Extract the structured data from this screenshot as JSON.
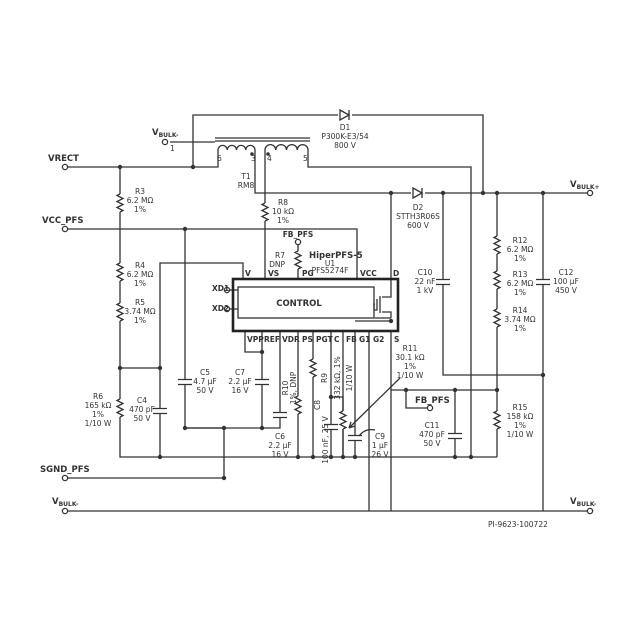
{
  "nets": {
    "vrect": "VRECT",
    "vcc_pfs": "VCC_PFS",
    "sgnd_pfs": "SGND_PFS",
    "fb_pfs_top": "FB_PFS",
    "fb_pfs_right": "FB_PFS",
    "vbulk_top": {
      "main": "V",
      "sub": "BULK-"
    },
    "vbulk_left": {
      "main": "V",
      "sub": "BULK-"
    },
    "vbulk_right_bottom": {
      "main": "V",
      "sub": "BULK-"
    },
    "vbulk_plus": {
      "main": "V",
      "sub": "BULK+"
    }
  },
  "transformer": {
    "pins": [
      "1",
      "6",
      "3",
      "4",
      "5"
    ],
    "label": [
      "T1",
      "RM8"
    ]
  },
  "chip": {
    "name": "HiperPFS-5",
    "ref": "U1",
    "part": "PFS5274F",
    "block": "CONTROL",
    "xd1": "XD1",
    "xd2": "XD2",
    "top_pins": [
      "V",
      "VS",
      "PG",
      "VCC",
      "D"
    ],
    "bottom_pins": [
      "VPP",
      "REF",
      "VDR",
      "PS",
      "PGT",
      "C",
      "FB",
      "G1",
      "G2",
      "S"
    ]
  },
  "components": {
    "D1": [
      "D1",
      "P300K-E3/54",
      "800 V"
    ],
    "D2": [
      "D2",
      "STTH3R06S",
      "600 V"
    ],
    "R3": [
      "R3",
      "6.2 MΩ",
      "1%"
    ],
    "R4": [
      "R4",
      "6.2 MΩ",
      "1%"
    ],
    "R5": [
      "R5",
      "3.74 MΩ",
      "1%"
    ],
    "R6": [
      "R6",
      "165 kΩ",
      "1%",
      "1/10 W"
    ],
    "R7": [
      "R7",
      "DNP"
    ],
    "R8": [
      "R8",
      "10 kΩ",
      "1%"
    ],
    "R9": [
      "R9",
      "332 kΩ, 1%",
      "1/10 W"
    ],
    "R10": [
      "R10",
      "1%, DNP"
    ],
    "R11": [
      "R11",
      "30.1 kΩ",
      "1%",
      "1/10 W"
    ],
    "R12": [
      "R12",
      "6.2 MΩ",
      "1%"
    ],
    "R13": [
      "R13",
      "6.2 MΩ",
      "1%"
    ],
    "R14": [
      "R14",
      "3.74 MΩ",
      "1%"
    ],
    "R15": [
      "R15",
      "158 kΩ",
      "1%",
      "1/10 W"
    ],
    "C4": [
      "C4",
      "470 pF",
      "50 V"
    ],
    "C5": [
      "C5",
      "4.7 µF",
      "50 V"
    ],
    "C6": [
      "C6",
      "2.2 µF",
      "16 V"
    ],
    "C7": [
      "C7",
      "2.2 µF",
      "16 V"
    ],
    "C8": [
      "C8",
      "100 nF, 25 V"
    ],
    "C9": [
      "C9",
      "1 µF",
      "26 V"
    ],
    "C10": [
      "C10",
      "22 nF",
      "1 kV"
    ],
    "C11": [
      "C11",
      "470 pF",
      "50 V"
    ],
    "C12": [
      "C12",
      "100 µF",
      "450 V"
    ]
  },
  "drawing_id": "PI-9623-100722"
}
